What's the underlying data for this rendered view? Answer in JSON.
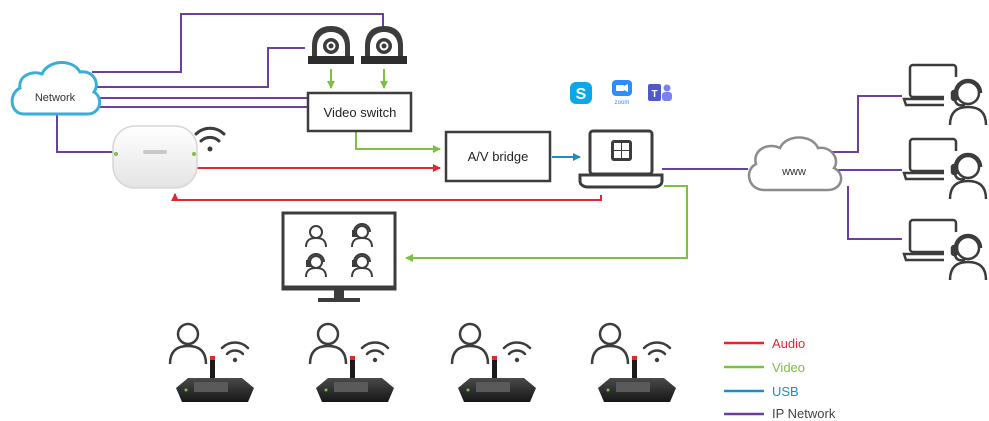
{
  "colors": {
    "audio": "#e3262f",
    "video": "#7cc142",
    "usb": "#1e8bc3",
    "ip": "#6b3fa0",
    "cloud_border": "#3aaed8",
    "cloud_gray": "#8c8c8c",
    "icon_dark": "#3c3c3c",
    "skype": "#0aa8e6",
    "zoom": "#2d8cff",
    "teams": "#5059c9"
  },
  "nodes": {
    "network_cloud": "Network",
    "video_switch": "Video switch",
    "av_bridge": "A/V bridge",
    "www_cloud": "www"
  },
  "apps": {
    "zoom": "zoom"
  },
  "legend": [
    {
      "label": "Audio",
      "color_key": "audio"
    },
    {
      "label": "Video",
      "color_key": "video"
    },
    {
      "label": "USB",
      "color_key": "usb"
    },
    {
      "label": "IP Network",
      "color_key": "ip"
    }
  ],
  "icons": {
    "cameras": [
      "dome-camera-icon",
      "dome-camera-icon"
    ],
    "access_point": "wireless-access-point-icon",
    "laptop": "windows-laptop-icon",
    "remote_participants": [
      "laptop-headset-user-icon",
      "laptop-headset-user-icon",
      "laptop-headset-user-icon"
    ],
    "display": "video-conference-display-icon",
    "delegates": [
      "delegate-user-icon",
      "delegate-user-icon",
      "delegate-user-icon",
      "delegate-user-icon"
    ],
    "discussion_devices": [
      "discussion-device-icon",
      "discussion-device-icon",
      "discussion-device-icon",
      "discussion-device-icon"
    ]
  }
}
